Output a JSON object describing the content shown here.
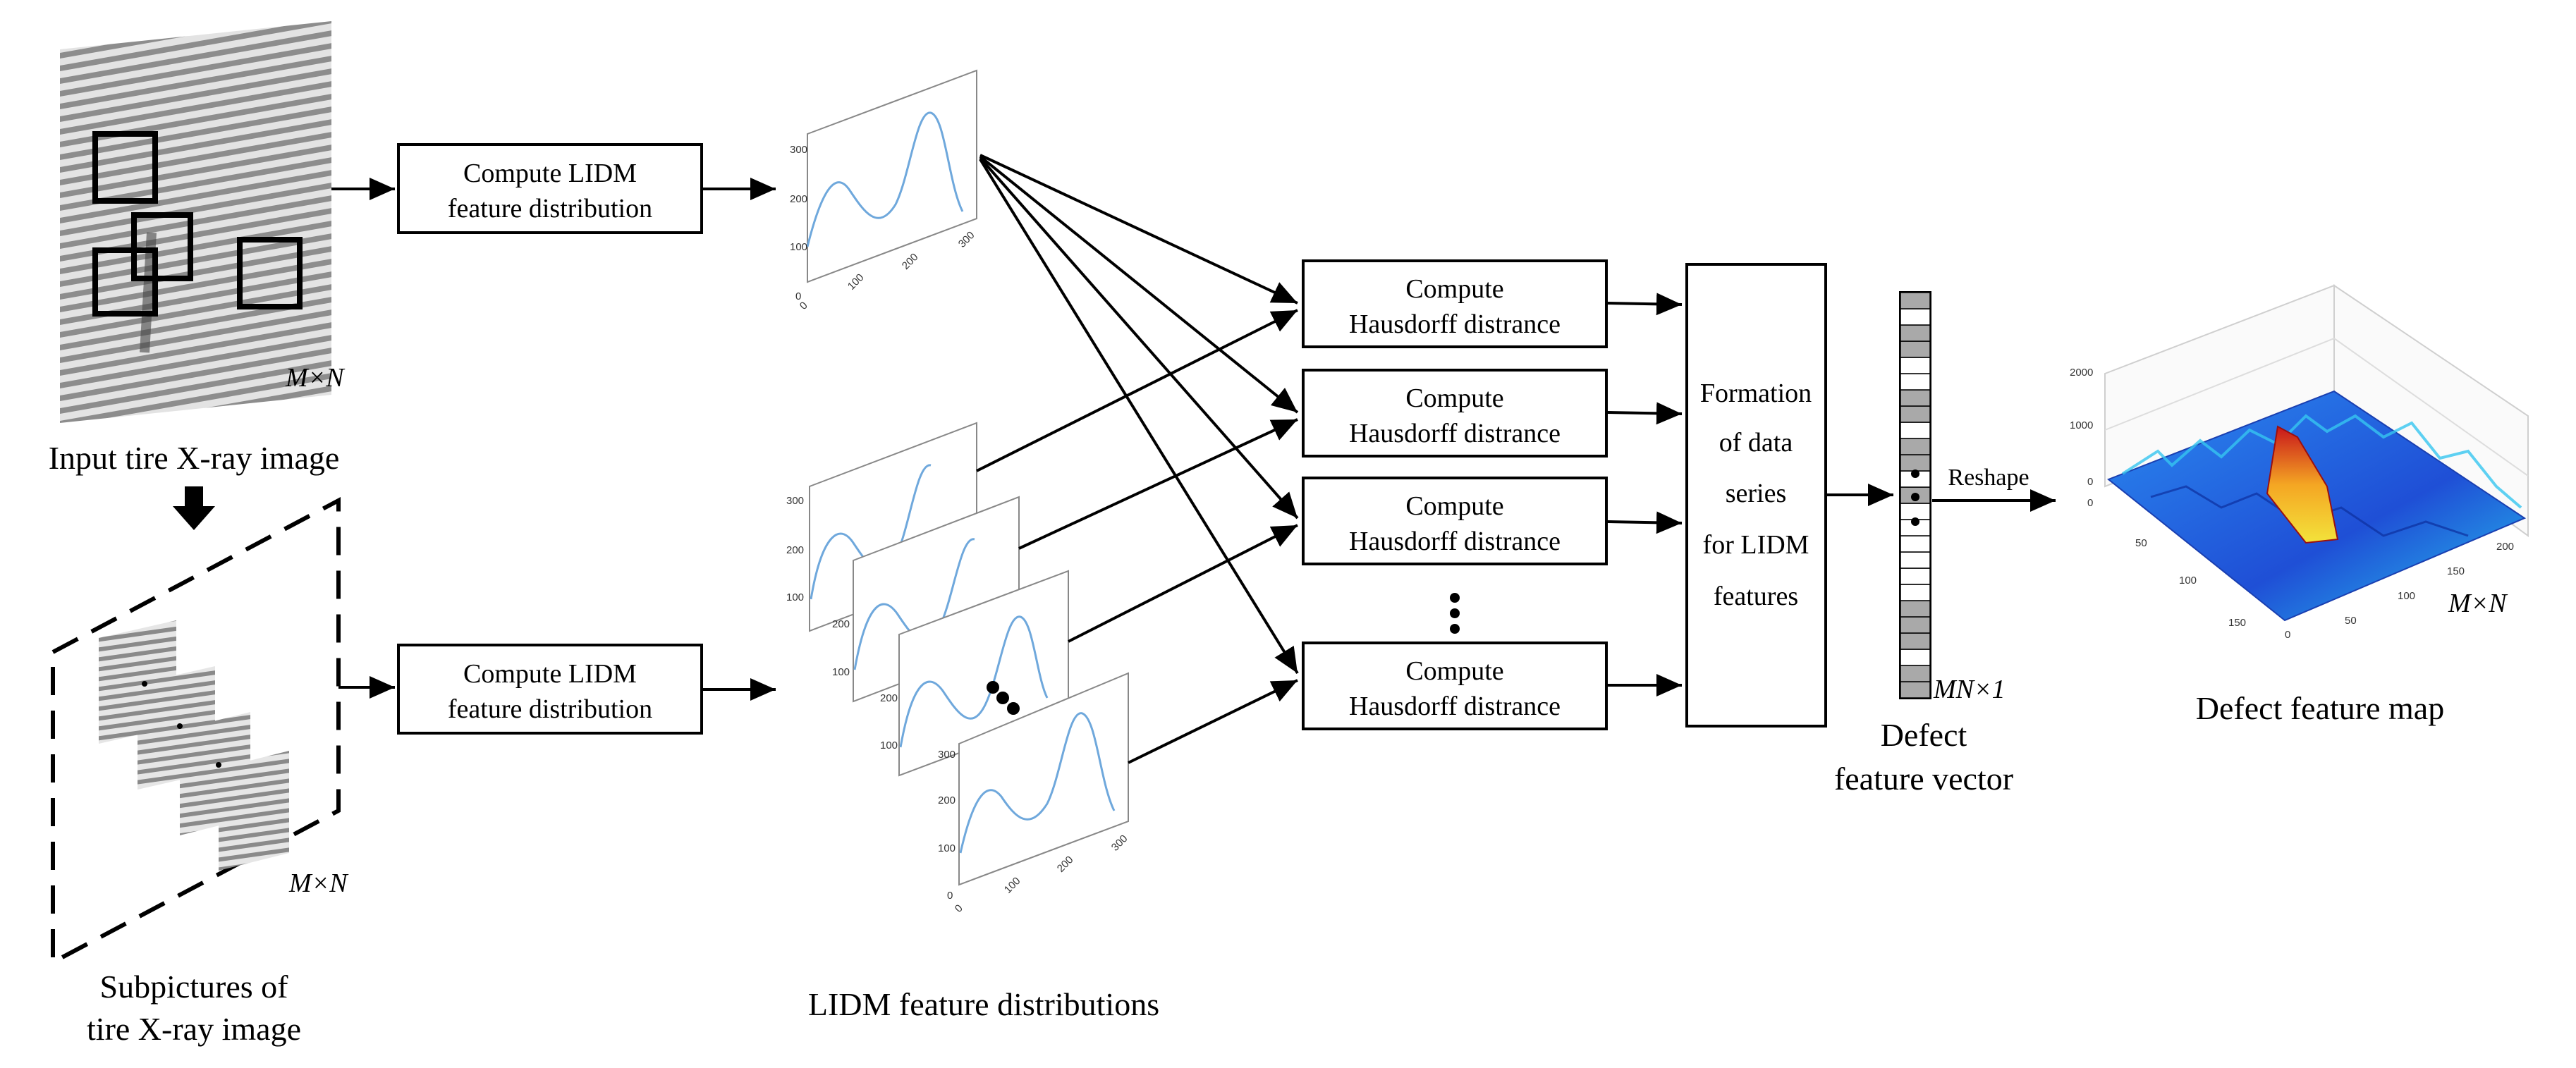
{
  "input_panel": {
    "caption": "Input tire X-ray image",
    "size_label": "M×N"
  },
  "subpicture_panel": {
    "caption_line1": "Subpictures of",
    "caption_line2": "tire X-ray image",
    "size_label": "M×N"
  },
  "compute_lidm": {
    "line1": "Compute LIDM",
    "line2": "feature distribution"
  },
  "plot_axes": {
    "y_ticks": [
      "0",
      "100",
      "200",
      "300"
    ],
    "x_ticks": [
      "0",
      "100",
      "200",
      "300"
    ]
  },
  "stacked_plot_axes": {
    "y_ticks": [
      "100",
      "200",
      "300"
    ]
  },
  "distributions_caption": "LIDM feature distributions",
  "hausdorff": {
    "line1": "Compute",
    "line2": "Hausdorff distrance"
  },
  "formation": {
    "lines": [
      "Formation",
      "of data",
      "series",
      "for LIDM",
      "features"
    ]
  },
  "vector": {
    "size_label": "MN×1",
    "caption_line1": "Defect",
    "caption_line2": "feature vector"
  },
  "reshape_label": "Reshape",
  "map": {
    "caption": "Defect feature map",
    "size_label": "M×N",
    "z_ticks": [
      "0",
      "1000",
      "2000"
    ],
    "left_ticks": [
      "0",
      "50",
      "100",
      "150"
    ],
    "right_ticks": [
      "0",
      "50",
      "100",
      "150",
      "200"
    ]
  },
  "colors": {
    "curve": "#6fa8dc",
    "surface_low": "#1f4fd6",
    "surface_high": "#e03a1f"
  }
}
